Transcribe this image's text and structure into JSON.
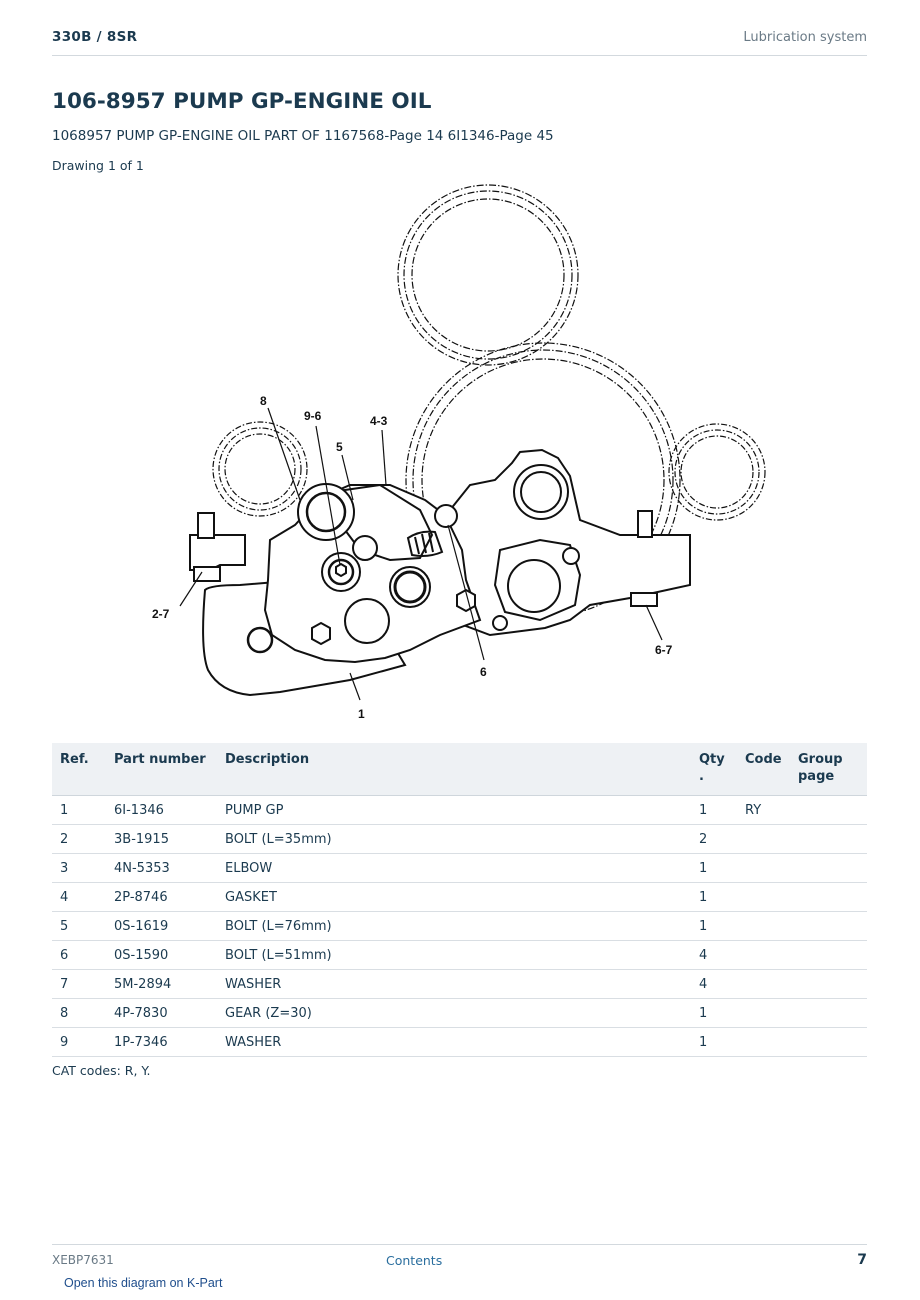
{
  "header": {
    "model": "330B  /  8SR",
    "section": "Lubrication system"
  },
  "title": "106-8957 PUMP GP-ENGINE OIL",
  "subtitle": "1068957 PUMP GP-ENGINE OIL PART OF 1167568-Page 14 6I1346-Page 45",
  "drawing_count": "Drawing 1 of 1",
  "diagram": {
    "callouts": [
      "8",
      "9-6",
      "5",
      "4-3",
      "2-7",
      "6",
      "6-7",
      "1"
    ]
  },
  "table": {
    "headers": [
      "Ref.",
      "Part number",
      "Description",
      "Qty\n.",
      "Code",
      "Group page"
    ],
    "rows": [
      {
        "ref": "1",
        "part": "6I-1346",
        "desc": "PUMP GP",
        "qty": "1",
        "code": "RY",
        "group": ""
      },
      {
        "ref": "2",
        "part": "3B-1915",
        "desc": "BOLT (L=35mm)",
        "qty": "2",
        "code": "",
        "group": ""
      },
      {
        "ref": "3",
        "part": "4N-5353",
        "desc": "ELBOW",
        "qty": "1",
        "code": "",
        "group": ""
      },
      {
        "ref": "4",
        "part": "2P-8746",
        "desc": "GASKET",
        "qty": "1",
        "code": "",
        "group": ""
      },
      {
        "ref": "5",
        "part": "0S-1619",
        "desc": "BOLT (L=76mm)",
        "qty": "1",
        "code": "",
        "group": ""
      },
      {
        "ref": "6",
        "part": "0S-1590",
        "desc": "BOLT (L=51mm)",
        "qty": "4",
        "code": "",
        "group": ""
      },
      {
        "ref": "7",
        "part": "5M-2894",
        "desc": "WASHER",
        "qty": "4",
        "code": "",
        "group": ""
      },
      {
        "ref": "8",
        "part": "4P-7830",
        "desc": "GEAR (Z=30)",
        "qty": "1",
        "code": "",
        "group": ""
      },
      {
        "ref": "9",
        "part": "1P-7346",
        "desc": "WASHER",
        "qty": "1",
        "code": "",
        "group": ""
      }
    ]
  },
  "cat_codes": "CAT codes: R, Y.",
  "footer": {
    "doc_id": "XEBP7631",
    "contents_link": "Contents",
    "page_number": "7",
    "kpart_link": "Open this diagram on K-Part"
  }
}
